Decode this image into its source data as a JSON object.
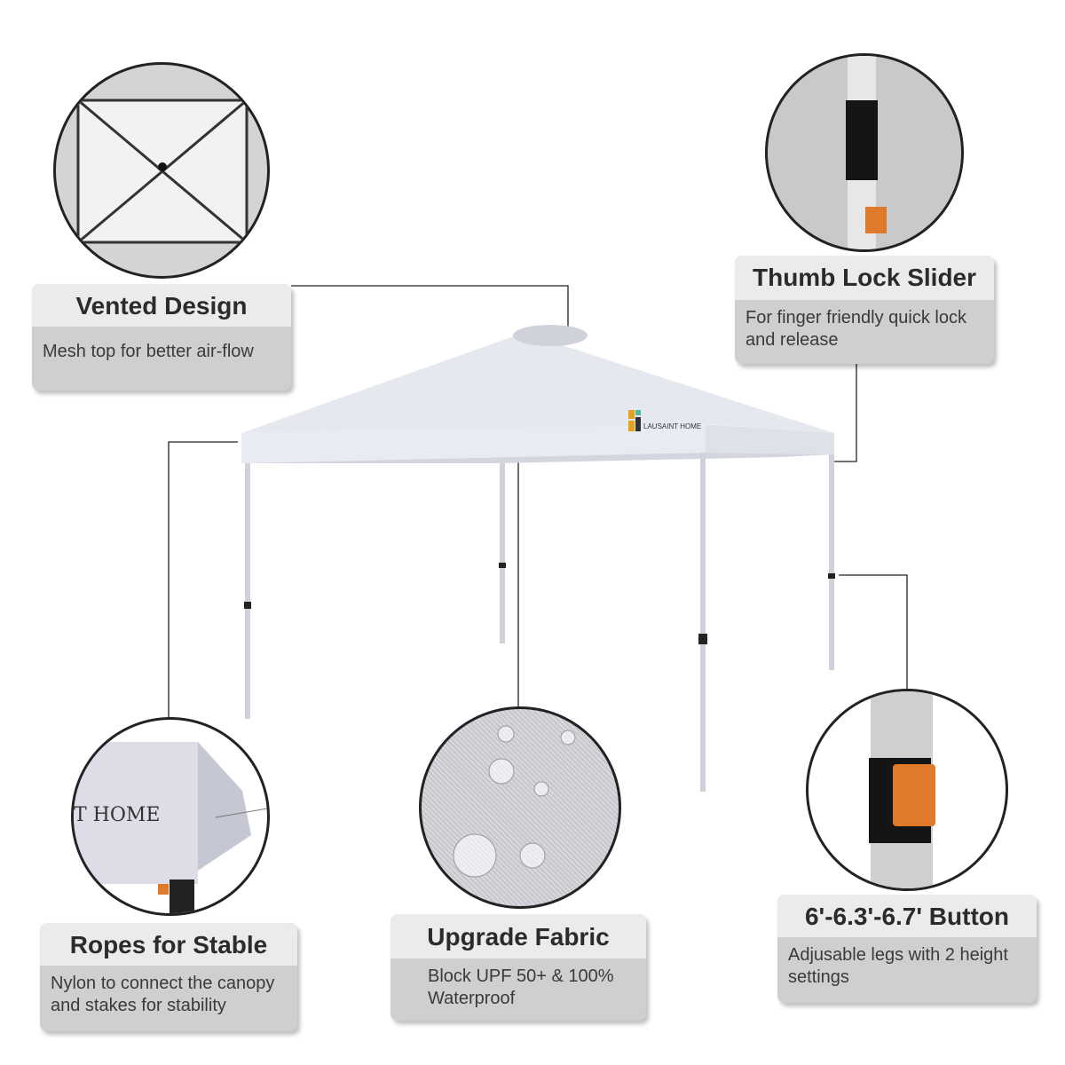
{
  "brand": {
    "logo_text": "LAUSAINT HOME"
  },
  "features": [
    {
      "title": "Vented Design",
      "desc": "Mesh top for better air-flow"
    },
    {
      "title": "Thumb Lock Slider",
      "desc": "For finger friendly quick lock and release"
    },
    {
      "title": "Ropes for Stable",
      "desc": "Nylon to connect the canopy and stakes for  stability"
    },
    {
      "title": "Upgrade Fabric",
      "desc": "Block UPF 50+  & 100% Waterproof"
    },
    {
      "title": "6'-6.3'-6.7' Button",
      "desc": "Adjusable legs with 2 height settings"
    }
  ],
  "detail": {
    "print_text": "T HOME"
  }
}
